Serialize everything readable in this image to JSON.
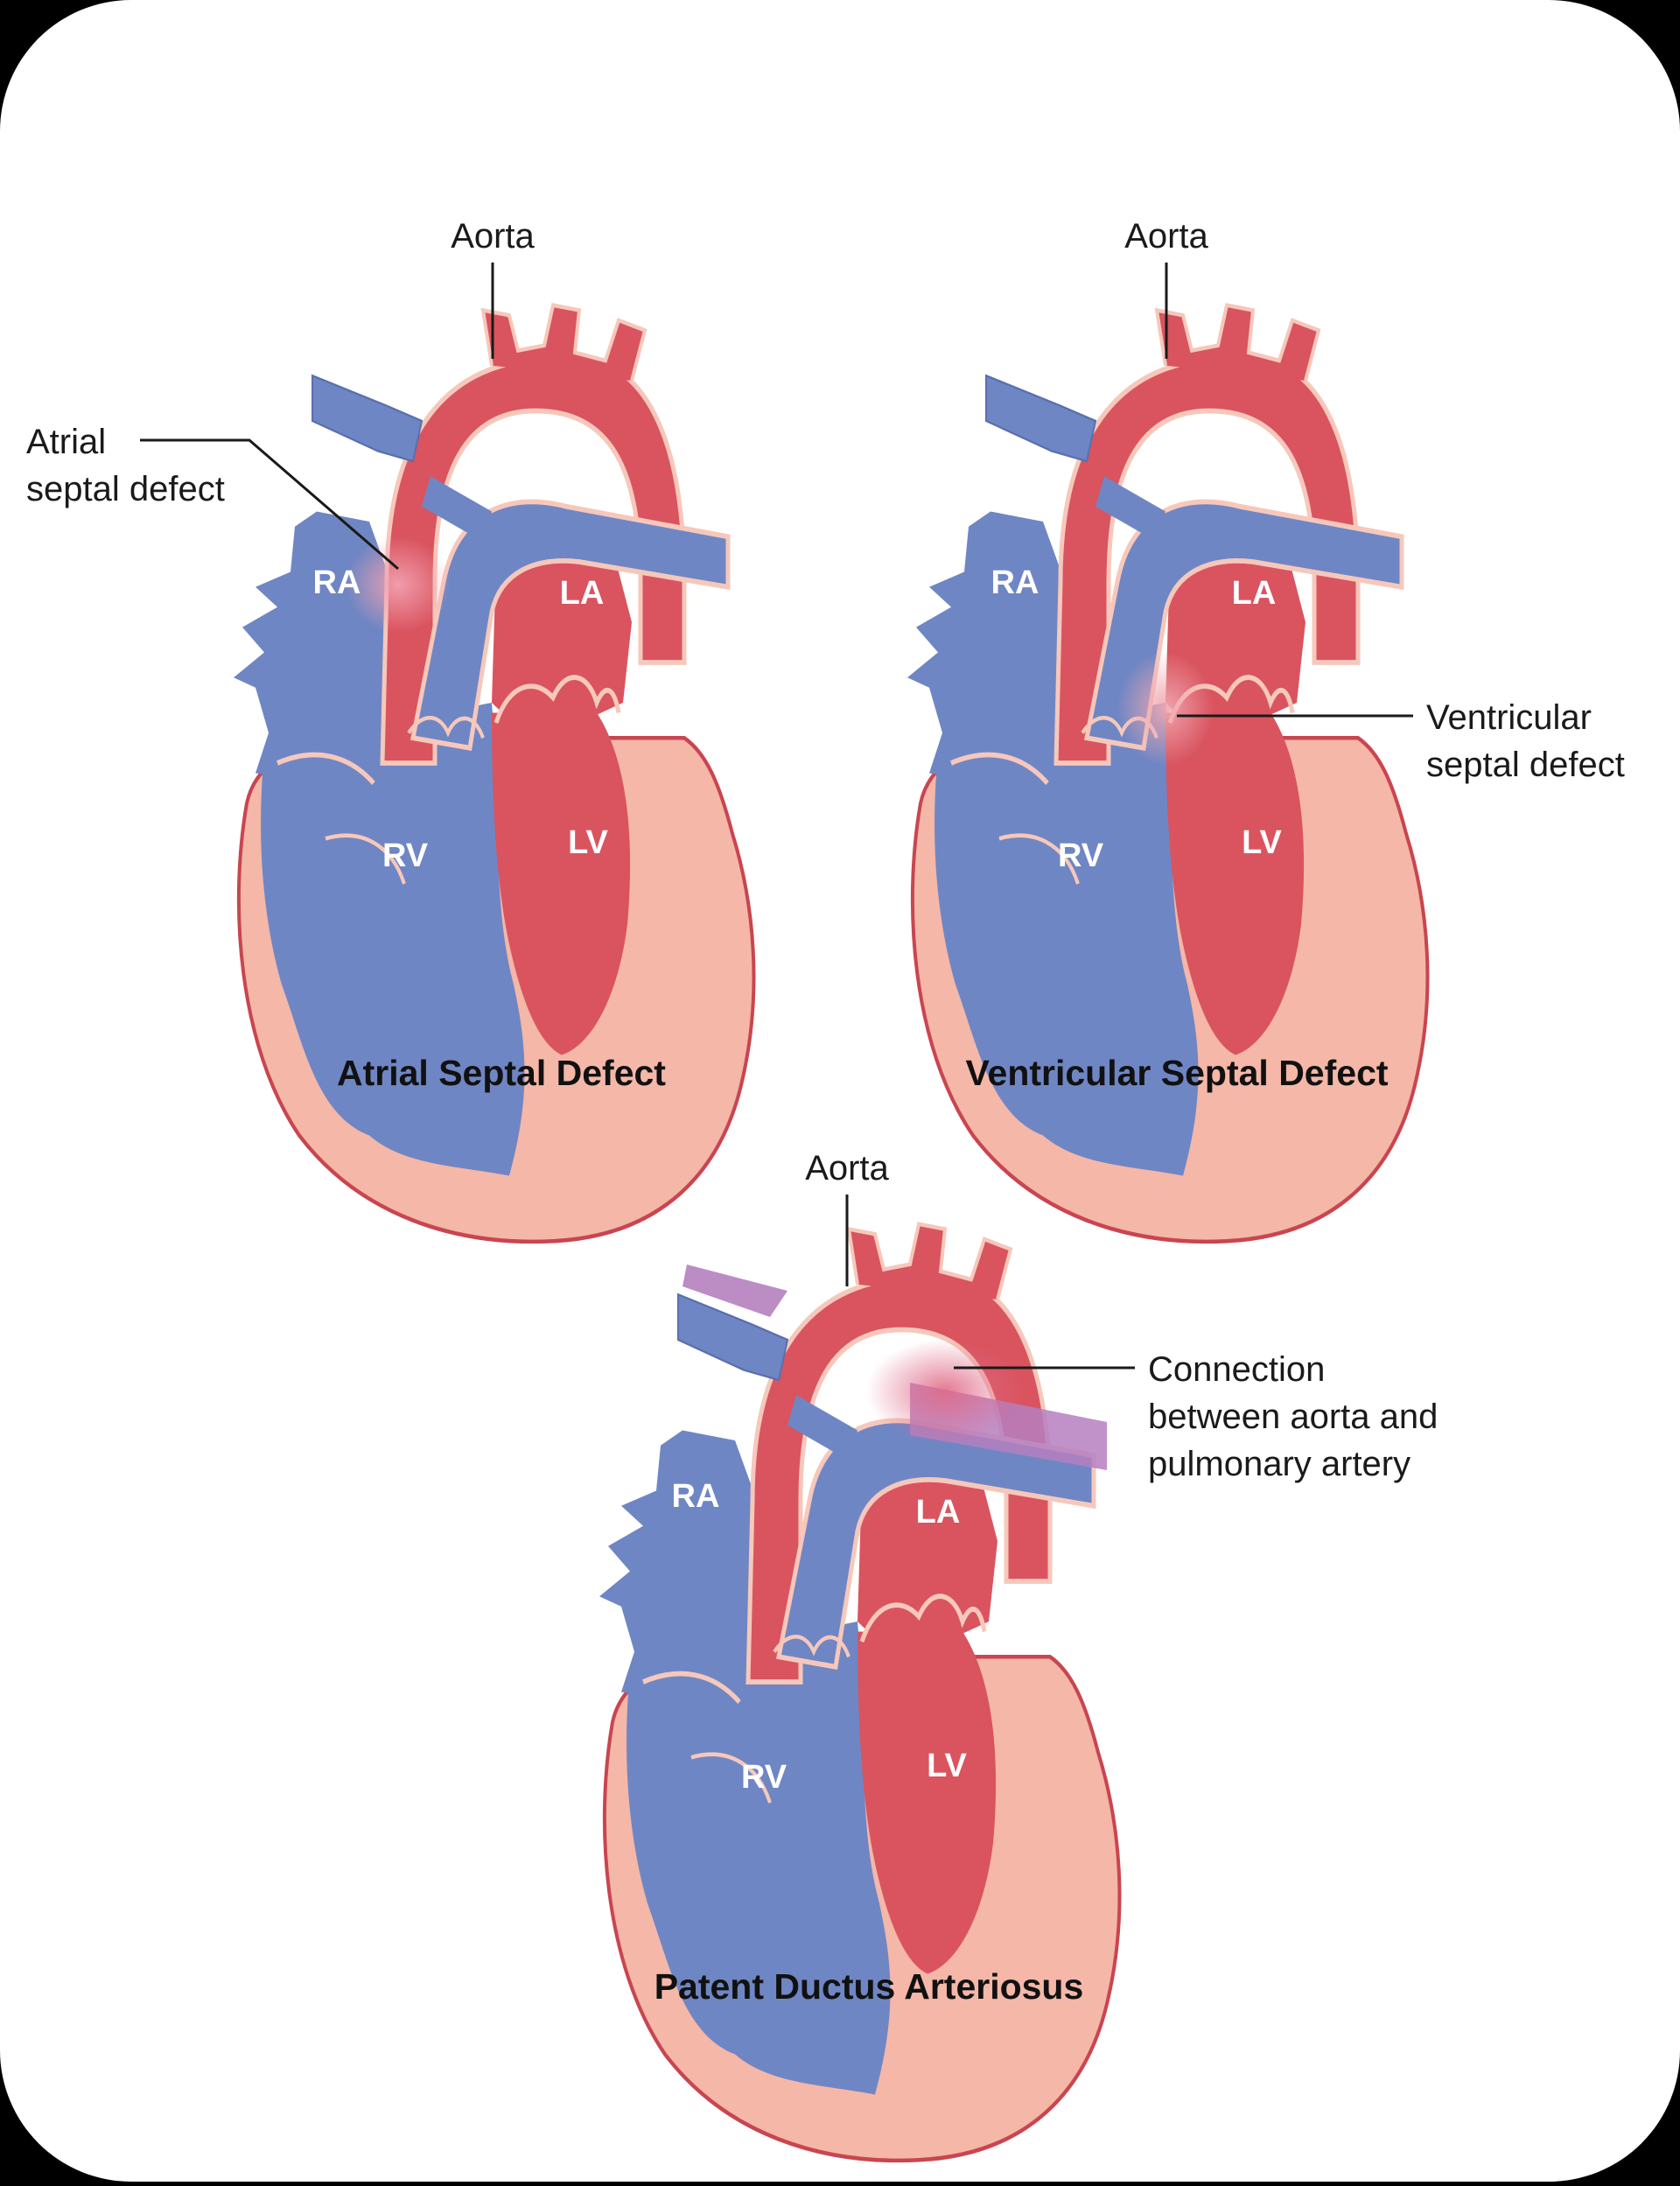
{
  "colors": {
    "background": "#000000",
    "card": "#ffffff",
    "deoxygenated_blue": "#6f86c4",
    "oxygenated_red": "#d9545f",
    "myocardium_pink": "#f4b7a8",
    "outline_red": "#c94550",
    "mixed_purple": "#b57fbf",
    "label_text": "#1a1a1a"
  },
  "chamber_labels": {
    "ra": "RA",
    "la": "LA",
    "rv": "RV",
    "lv": "LV"
  },
  "panels": [
    {
      "caption": "Atrial Septal Defect",
      "aorta_label": "Aorta",
      "defect_label_lines": [
        "Atrial",
        "septal defect"
      ]
    },
    {
      "caption": "Ventricular Septal Defect",
      "aorta_label": "Aorta",
      "defect_label_lines": [
        "Ventricular",
        "septal defect"
      ]
    },
    {
      "caption": "Patent Ductus Arteriosus",
      "aorta_label": "Aorta",
      "defect_label_lines": [
        "Connection",
        "between aorta and",
        "pulmonary artery"
      ]
    }
  ]
}
